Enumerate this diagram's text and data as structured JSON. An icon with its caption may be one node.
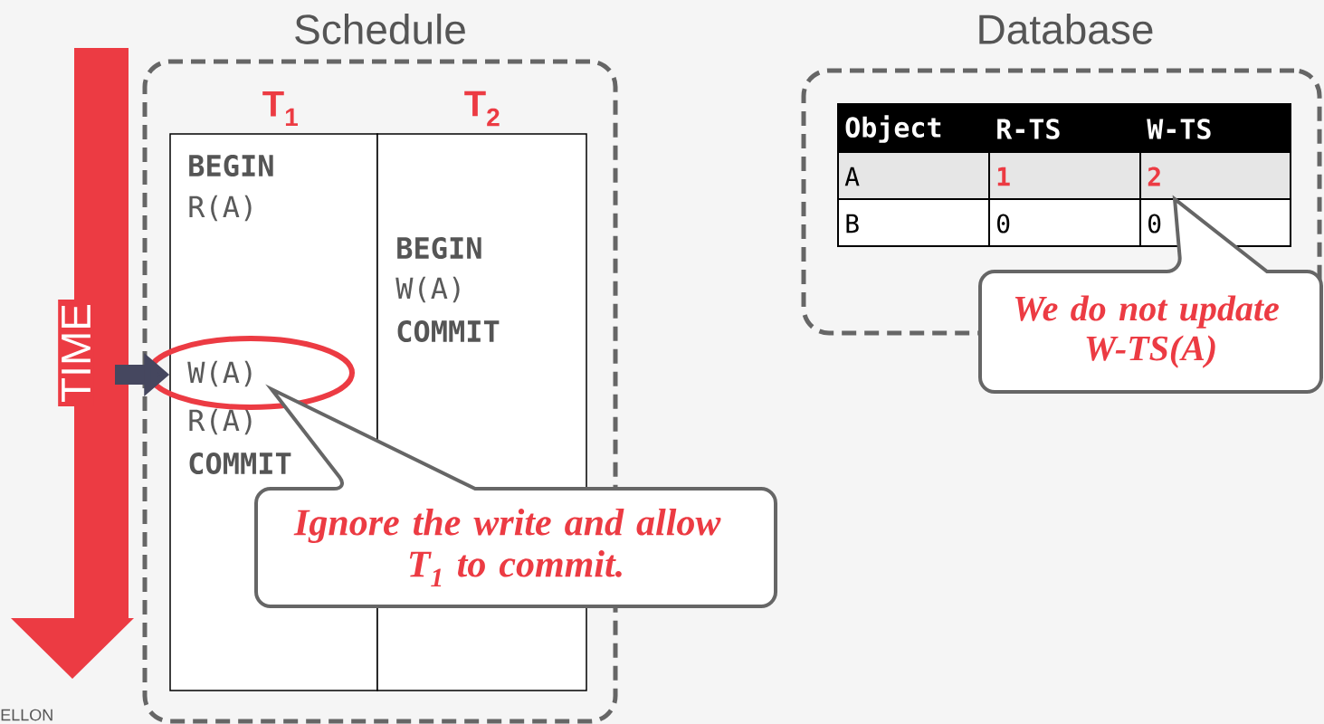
{
  "diagram": {
    "nodes": [
      {
        "text": [
          "Schedule"
        ]
      },
      {
        "text": [
          "T$_{1}$",
          "BEGIN",
          "R(A)",
          "W(A)",
          "R(A)",
          "COMMIT"
        ],
        "in": 0
      },
      {
        "text": [
          "T$_{2}$",
          "BEGIN",
          "W(A)",
          "COMMIT"
        ],
        "in": 0
      },
      {
        "text": [
          "Database"
        ]
      },
      {
        "text": [
          "Ignore the write and allow T$_{1}$ to commit."
        ]
      },
      {
        "text": [
          "We do not update W-TS(A)"
        ]
      }
    ],
    "edges": [
      {
        "from": null,
        "to": 1,
        "arrow": "to"
      }
    ],
    "labels": [
      "TIME",
      "Object",
      "R-TS",
      "W-TS",
      "A",
      "1",
      "2",
      "B",
      "0",
      "0",
      "ELLON"
    ]
  }
}
